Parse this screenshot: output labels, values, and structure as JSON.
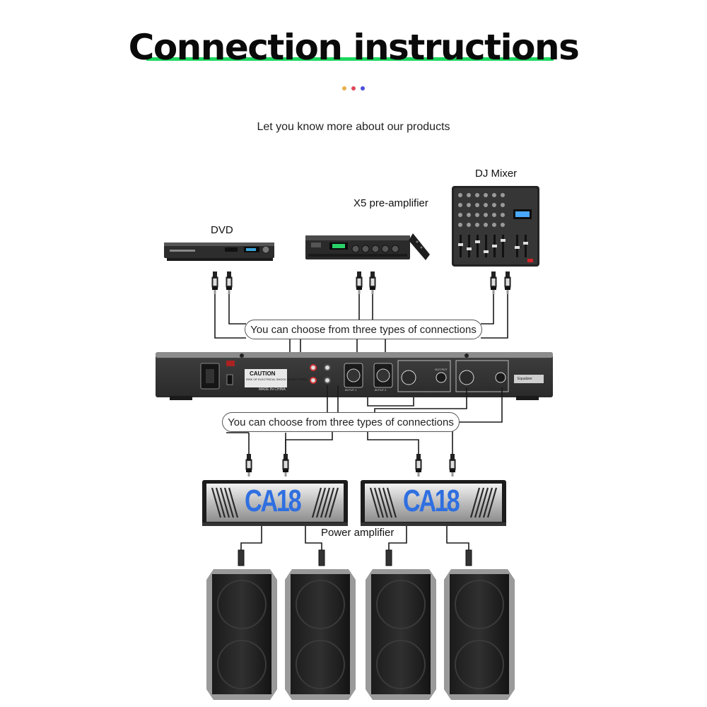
{
  "header": {
    "title": "Connection instructions",
    "subtitle": "Let you know more about our products",
    "accent_color": "#1ed760",
    "dot_colors": [
      "#e8b04a",
      "#e0485a",
      "#4b4fd8"
    ]
  },
  "sources": {
    "dvd_label": "DVD",
    "preamp_label": "X5 pre-amplifier",
    "mixer_label": "DJ Mixer"
  },
  "connections": {
    "top_note": "You can choose from three types of connections",
    "bottom_note": "You can choose from three types of connections"
  },
  "equalizer_panel": {
    "caution_label": "CAUTION",
    "caution_small": "RISK OF ELECTRICAL SHOCK DO NOT OPEN",
    "made_in": "MADE IN CHINA",
    "input_label_1": "IN PUT 1",
    "input_label_2": "IN PUT 2",
    "output_label": "OUT PUT",
    "brand_plate": "Equalizer"
  },
  "amplifiers": {
    "label": "Power amplifier",
    "model": "CA18"
  }
}
